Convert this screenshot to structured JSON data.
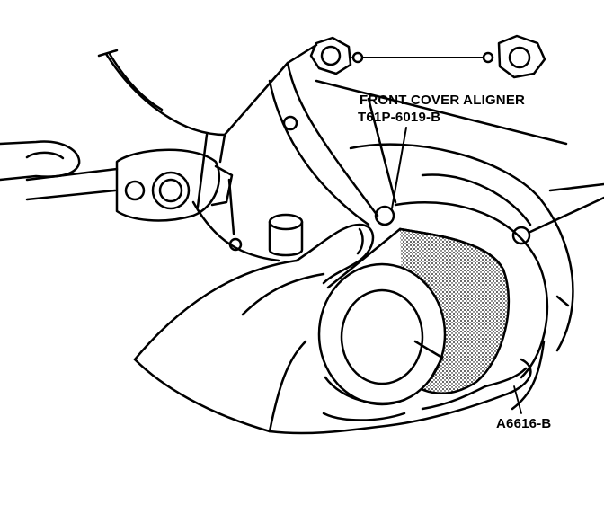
{
  "labels": {
    "tool_name": "FRONT COVER ALIGNER",
    "tool_number": "T61P-6019-B",
    "figure_id": "A6616-B"
  },
  "colors": {
    "ink": "#000000",
    "paper": "#ffffff"
  }
}
